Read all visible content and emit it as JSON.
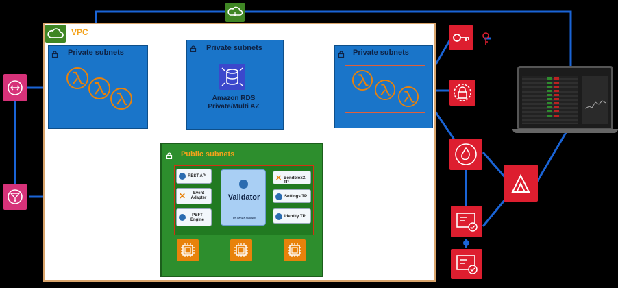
{
  "vpc": {
    "label": "VPC"
  },
  "private_subnets": [
    {
      "label": "Private subnets"
    },
    {
      "label": "Private subnets"
    },
    {
      "label": "Private subnets"
    }
  ],
  "rds": {
    "line1": "Amazon RDS",
    "line2": "Private/Multi AZ"
  },
  "public_subnet": {
    "label": "Public subnets",
    "left_tiles": [
      {
        "label": "REST API"
      },
      {
        "label": "Event Adapter"
      },
      {
        "label": "PBFT Engine"
      }
    ],
    "right_tiles": [
      {
        "label": "BondbloxX TP"
      },
      {
        "label": "Settings TP"
      },
      {
        "label": "Identity TP"
      }
    ],
    "validator": {
      "label": "Validator",
      "sublabel": "To other Nodes"
    }
  },
  "colors": {
    "private_subnet": "#1a75c9",
    "public_subnet": "#2d8e2d",
    "lambda_orange": "#e8820b",
    "aws_red": "#dd1e2f",
    "aws_pink": "#d63279",
    "connector_blue": "#1a64d6",
    "vpc_border": "#d9a46b"
  },
  "icons": {
    "lambda": "lambda-icon",
    "rds": "rds-database-icon",
    "ec2": "ec2-instance-icon",
    "api_gateway": "api-gateway-icon",
    "nat_gateway": "filter-funnel-icon",
    "cloud": "cloud-icon",
    "lock": "lock-icon",
    "key": "key-icon",
    "waf": "firewall-icon",
    "amplify": "amplify-icon",
    "certificate": "certificate-icon",
    "secrets": "secrets-icon"
  }
}
